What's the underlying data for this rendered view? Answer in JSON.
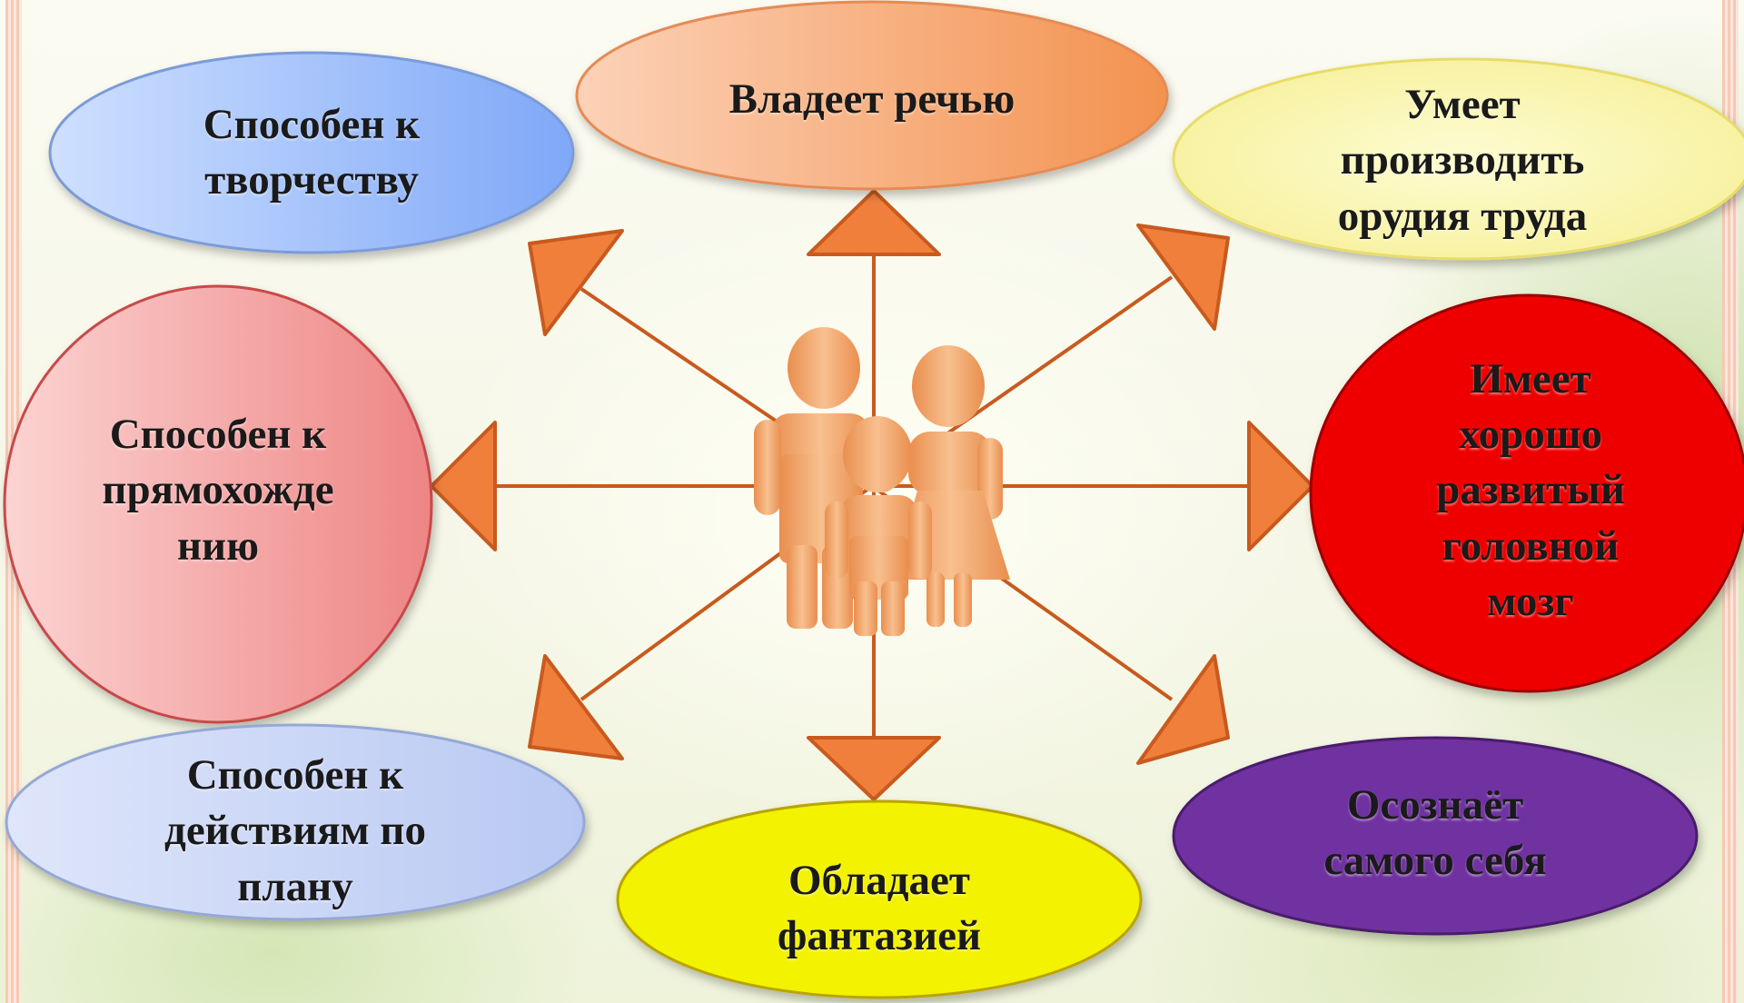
{
  "nodes": {
    "creativity": "Способен к\nтворчеству",
    "speech": "Владеет речью",
    "tools": "Умеет\nпроизводить\nорудия труда",
    "upright": "Способен к\nпрямохожде\nнию",
    "brain": "Имеет\nхорошо\nразвитый\nголовной\nмозг",
    "plan": "Способен к\nдействиям по\nплану",
    "fantasy": "Обладает\nфантазией",
    "self": "Осознаёт\nсамого себя"
  },
  "colors": {
    "arrow": "#f07f3c",
    "arrow_dark": "#c85a1e",
    "figure": "#f3a46a"
  }
}
